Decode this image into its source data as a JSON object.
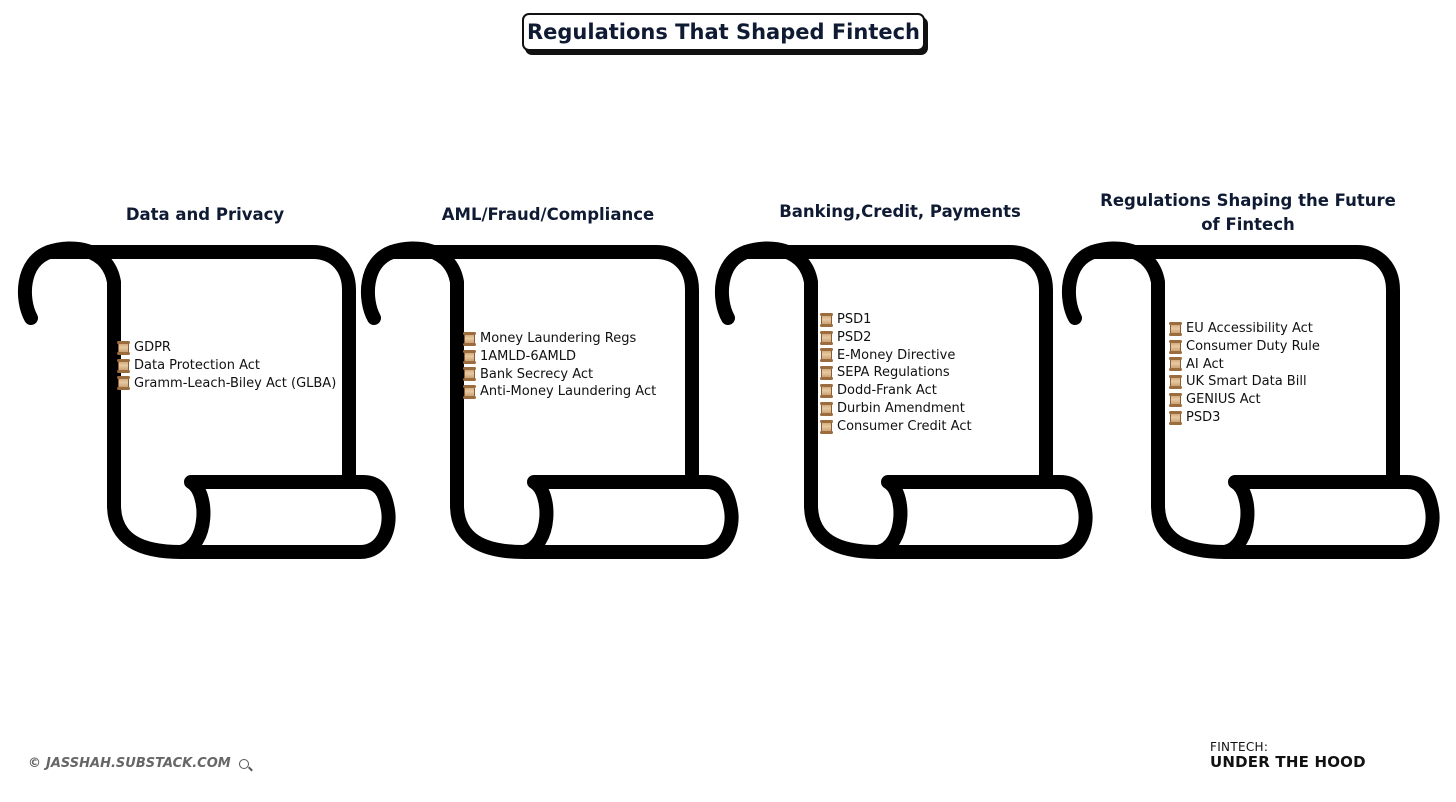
{
  "title": "Regulations That Shaped Fintech",
  "columns": [
    {
      "heading": "Data and Privacy",
      "items": [
        "GDPR",
        "Data Protection Act",
        "Gramm-Leach-Biley Act (GLBA)"
      ]
    },
    {
      "heading": "AML/Fraud/Compliance",
      "items": [
        "Money Laundering Regs",
        "1AMLD-6AMLD",
        "Bank Secrecy Act",
        "Anti-Money Laundering Act"
      ]
    },
    {
      "heading": "Banking,Credit, Payments",
      "items": [
        "PSD1",
        "PSD2",
        "E-Money Directive",
        "SEPA Regulations",
        "Dodd-Frank Act",
        "Durbin Amendment",
        "Consumer Credit Act"
      ]
    },
    {
      "heading": "Regulations Shaping the Future of Fintech",
      "items": [
        "EU Accessibility Act",
        "Consumer Duty Rule",
        "AI Act",
        "UK Smart Data Bill",
        "GENIUS Act",
        "PSD3"
      ]
    }
  ],
  "footer": {
    "copyright_symbol": "©",
    "site": "JASSHAH.SUBSTACK.COM",
    "icon": "magnifier-icon"
  },
  "brand": {
    "line1": "FINTECH:",
    "line2": "UNDER THE HOOD"
  },
  "item_icon": "scroll-icon"
}
